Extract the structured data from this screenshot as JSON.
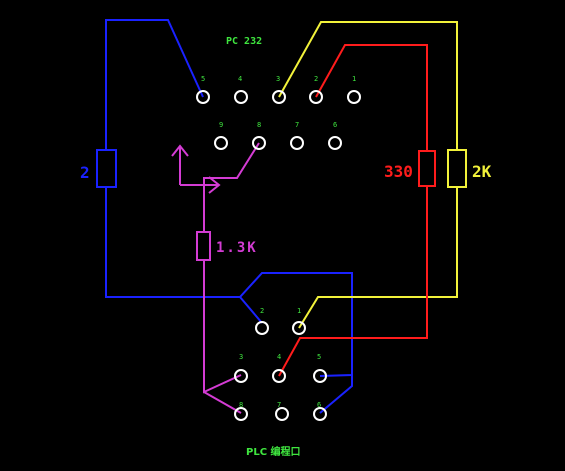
{
  "title_top": "PC 232",
  "title_bottom": "PLC 编程口",
  "pc_pins_row1": [
    "5",
    "4",
    "3",
    "2",
    "1"
  ],
  "pc_pins_row2": [
    "9",
    "8",
    "7",
    "6"
  ],
  "plc_pins_row1": [
    "2",
    "1"
  ],
  "plc_pins_row2": [
    "3",
    "4",
    "5"
  ],
  "plc_pins_row3": [
    "8",
    "7",
    "6"
  ],
  "resistors": {
    "blue": "2",
    "magenta": "1.3K",
    "red": "330",
    "yellow": "2K"
  },
  "colors": {
    "blue": "#1a22ff",
    "magenta": "#d43cd4",
    "red": "#ff1c1c",
    "yellow": "#f2f23a",
    "text": "#3fe63f",
    "pin": "#ffffff",
    "background": "#000000"
  }
}
